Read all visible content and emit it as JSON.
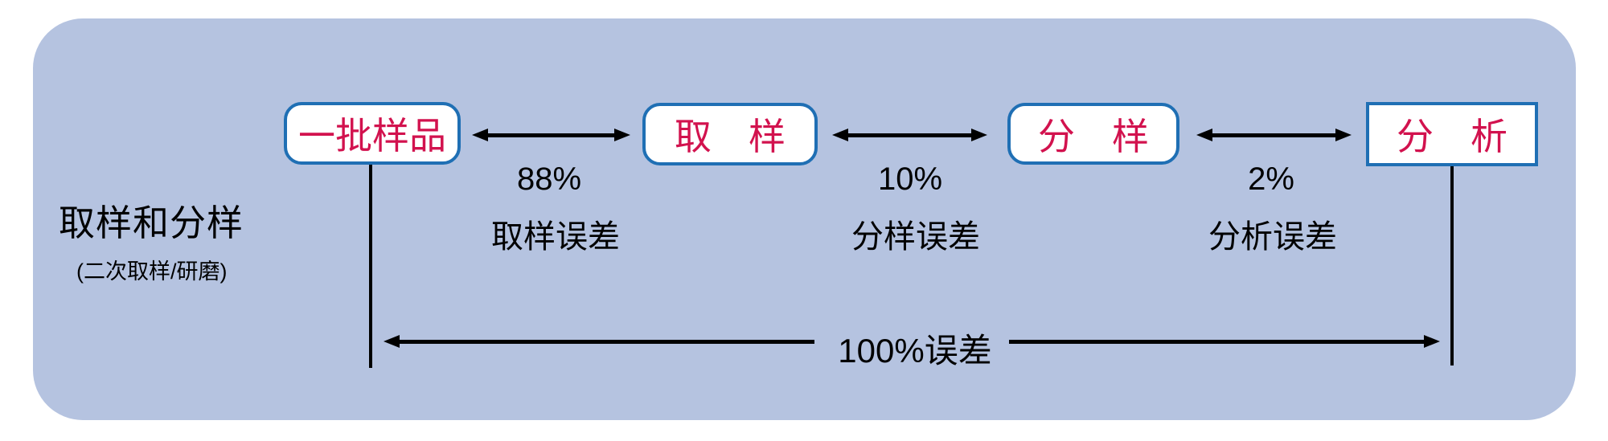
{
  "title": {
    "main": "取样和分样",
    "sub": "(二次取样/研磨)"
  },
  "nodes": [
    {
      "id": "batch",
      "label": "一批样品"
    },
    {
      "id": "sampling",
      "label": "取　样"
    },
    {
      "id": "splitting",
      "label": "分　样"
    },
    {
      "id": "analysis",
      "label": "分　析"
    }
  ],
  "error_labels": [
    {
      "percent": "88%",
      "label": "取样误差"
    },
    {
      "percent": "10%",
      "label": "分样误差"
    },
    {
      "percent": "2%",
      "label": "分析误差"
    }
  ],
  "total_error_label": "100%误差",
  "colors": {
    "background": "#B5C3E0",
    "box_border": "#1F6FB4",
    "box_fill": "#FFFFFF",
    "node_text": "#D2124E",
    "text": "#000000",
    "arrow": "#000000"
  }
}
